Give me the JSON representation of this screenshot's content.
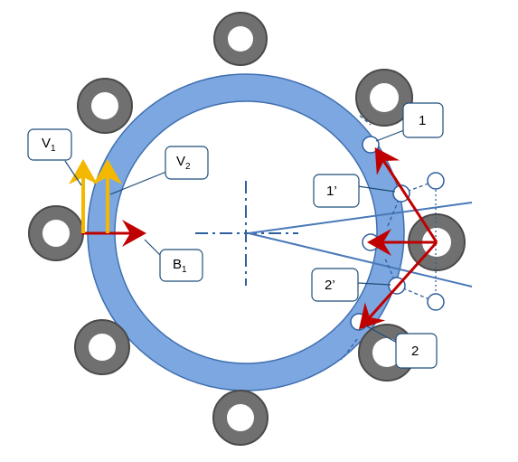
{
  "colors": {
    "ring": "#7da7e0",
    "ring_edge": "#3f6fb0",
    "magnet": "#707070",
    "magnet_edge": "#4a4a4a",
    "red_arrow": "#c00000",
    "yellow_arrow": "#f5b800",
    "axis_line": "#2e5f9e",
    "callout_edge": "#1f4e79"
  },
  "labels": {
    "v1": {
      "main": "V",
      "sub": "1"
    },
    "v2": {
      "main": "V",
      "sub": "2"
    },
    "b1": {
      "main": "B",
      "sub": "1"
    },
    "p1": "1",
    "p1_prime": "1’",
    "p2": "2",
    "p2_prime": "2’"
  }
}
